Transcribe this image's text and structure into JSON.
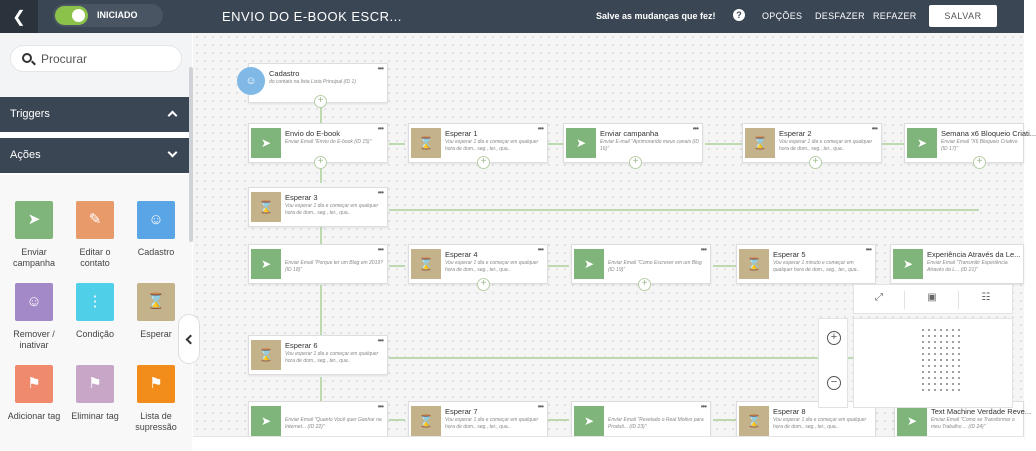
{
  "topbar": {
    "back_icon": "chevron-left-icon",
    "status": "INICIADO",
    "title": "ENVIO DO E-BOOK ESCR...",
    "save_message": "Salve as mudanças que fez!",
    "help": "?",
    "options": "OPÇÕES",
    "undo": "DESFAZER",
    "redo": "REFAZER",
    "save": "SALVAR"
  },
  "sidebar": {
    "search_placeholder": "Procurar",
    "triggers": "Triggers",
    "actions_header": "Ações",
    "actions": [
      {
        "label": "Enviar campanha",
        "icon": "send-icon",
        "color": "#7fb57a"
      },
      {
        "label": "Editar o contato",
        "icon": "edit-contact-icon",
        "color": "#e89a6a"
      },
      {
        "label": "Cadastro",
        "icon": "add-user-icon",
        "color": "#5aa5e6"
      },
      {
        "label": "Remover / inativar",
        "icon": "remove-user-icon",
        "color": "#a389c8"
      },
      {
        "label": "Condição",
        "icon": "condition-icon",
        "color": "#4fd0e8"
      },
      {
        "label": "Esperar",
        "icon": "hourglass-icon",
        "color": "#c3b28a"
      },
      {
        "label": "Adicionar tag",
        "icon": "add-tag-icon",
        "color": "#f08a6c"
      },
      {
        "label": "Eliminar tag",
        "icon": "remove-tag-icon",
        "color": "#c7a6c8"
      },
      {
        "label": "Lista de supressão",
        "icon": "suppression-icon",
        "color": "#f28c1a"
      }
    ]
  },
  "nodes": [
    {
      "title": "Cadastro",
      "desc": "do contato na lista Lista Principal (ID 1)"
    },
    {
      "title": "Envio do E-book",
      "desc": "Enviar Email \"Envio do E-book (ID 15)\""
    },
    {
      "title": "Esperar 1",
      "desc": "Vou esperar 1 dia e começar em qualquer hora de dom., seg., ter., qua.."
    },
    {
      "title": "Enviar campanha",
      "desc": "Enviar E-mail \"Aprimorando meus canais (ID 16)\""
    },
    {
      "title": "Esperar 2",
      "desc": "Vou esperar 1 dia e começar em qualquer hora de dom., seg., ter., qua.."
    },
    {
      "title": "Semana x6 Bloqueio Criati...",
      "desc": "Enviar Email \"X6 Bloqueio Criativo (ID 17)\""
    },
    {
      "title": "Esperar 3",
      "desc": "Vou esperar 1 dia e começar em qualquer hora de dom., seg., ter., qua.."
    },
    {
      "title": "",
      "desc": "Enviar Email \"Porque ter um Blog em 2019? (ID 18)\""
    },
    {
      "title": "Esperar 4",
      "desc": "Vou esperar 1 dia e começar em qualquer hora de dom., seg., ter., qua.."
    },
    {
      "title": "",
      "desc": "Enviar Email \"Como Escrever em um Blog (ID 19)\""
    },
    {
      "title": "Esperar 5",
      "desc": "Vou esperar 1 minuto e começar em qualquer hora de dom., seg., ter., qua.."
    },
    {
      "title": "Experiência Através da Le...",
      "desc": "Enviar Email \"Transmitir Experiência Através da L... (ID 21)\""
    },
    {
      "title": "Esperar 6",
      "desc": "Vou esperar 1 dia e começar em qualquer hora de dom., seg., ter., qua.."
    },
    {
      "title": "",
      "desc": "Enviar Email \"Quanto Você quer Ganhar na Internet... (ID 22)\""
    },
    {
      "title": "Esperar 7",
      "desc": "Vou esperar 1 dia e começar em qualquer hora de dom., seg., ter., qua.."
    },
    {
      "title": "",
      "desc": "Enviar Email \"Revelado o Real Motivo para Produti... (ID 23)\""
    },
    {
      "title": "Esperar 8",
      "desc": "Vou esperar 1 dia e começar em qualquer hora de dom., seg., ter., qua.."
    },
    {
      "title": "Text Machine Verdade Reve...",
      "desc": "Enviar Email \"Como se Transformar o meu Trabalho ... (ID 24)\""
    }
  ],
  "canvas_tools": {
    "fit": "expand-icon",
    "image": "image-icon",
    "tree": "hierarchy-icon",
    "zoom_in": "+",
    "zoom_out": "−"
  }
}
